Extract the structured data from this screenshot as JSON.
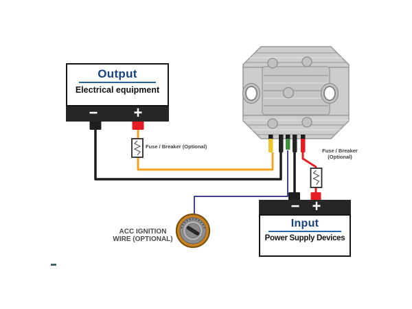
{
  "output_box": {
    "title": "Output",
    "subtitle": "Electrical equipment",
    "minus": "−",
    "plus": "+"
  },
  "input_box": {
    "title": "Input",
    "subtitle": "Power Supply Devices",
    "minus": "−",
    "plus": "+"
  },
  "fuse_left": {
    "label": "Fuse / Breaker (Optional)"
  },
  "fuse_right": {
    "line1": "Fuse / Breaker",
    "line2": "(Optional)"
  },
  "acc": {
    "line1": "ACC IGNITION",
    "line2": "WIRE (OPTIONAL)"
  },
  "components": {
    "converter": "dc-voltage-converter-unit",
    "ignition_switch": "ignition-key-switch-icon",
    "fuse_symbol": "fuse-zigzag-icon"
  },
  "colors": {
    "title_blue": "#17417e",
    "underline_blue": "#2663a8",
    "bar_black": "#262626",
    "wire_orange": "#f5a01b",
    "wire_black": "#1c1c1c",
    "wire_blue": "#42428e",
    "wire_red": "#e51c23",
    "sleeve_yellow": "#efc32b",
    "sleeve_green": "#3f8f3f",
    "converter_gray": "#cdcdcd",
    "ignition_orange": "#c98322"
  }
}
